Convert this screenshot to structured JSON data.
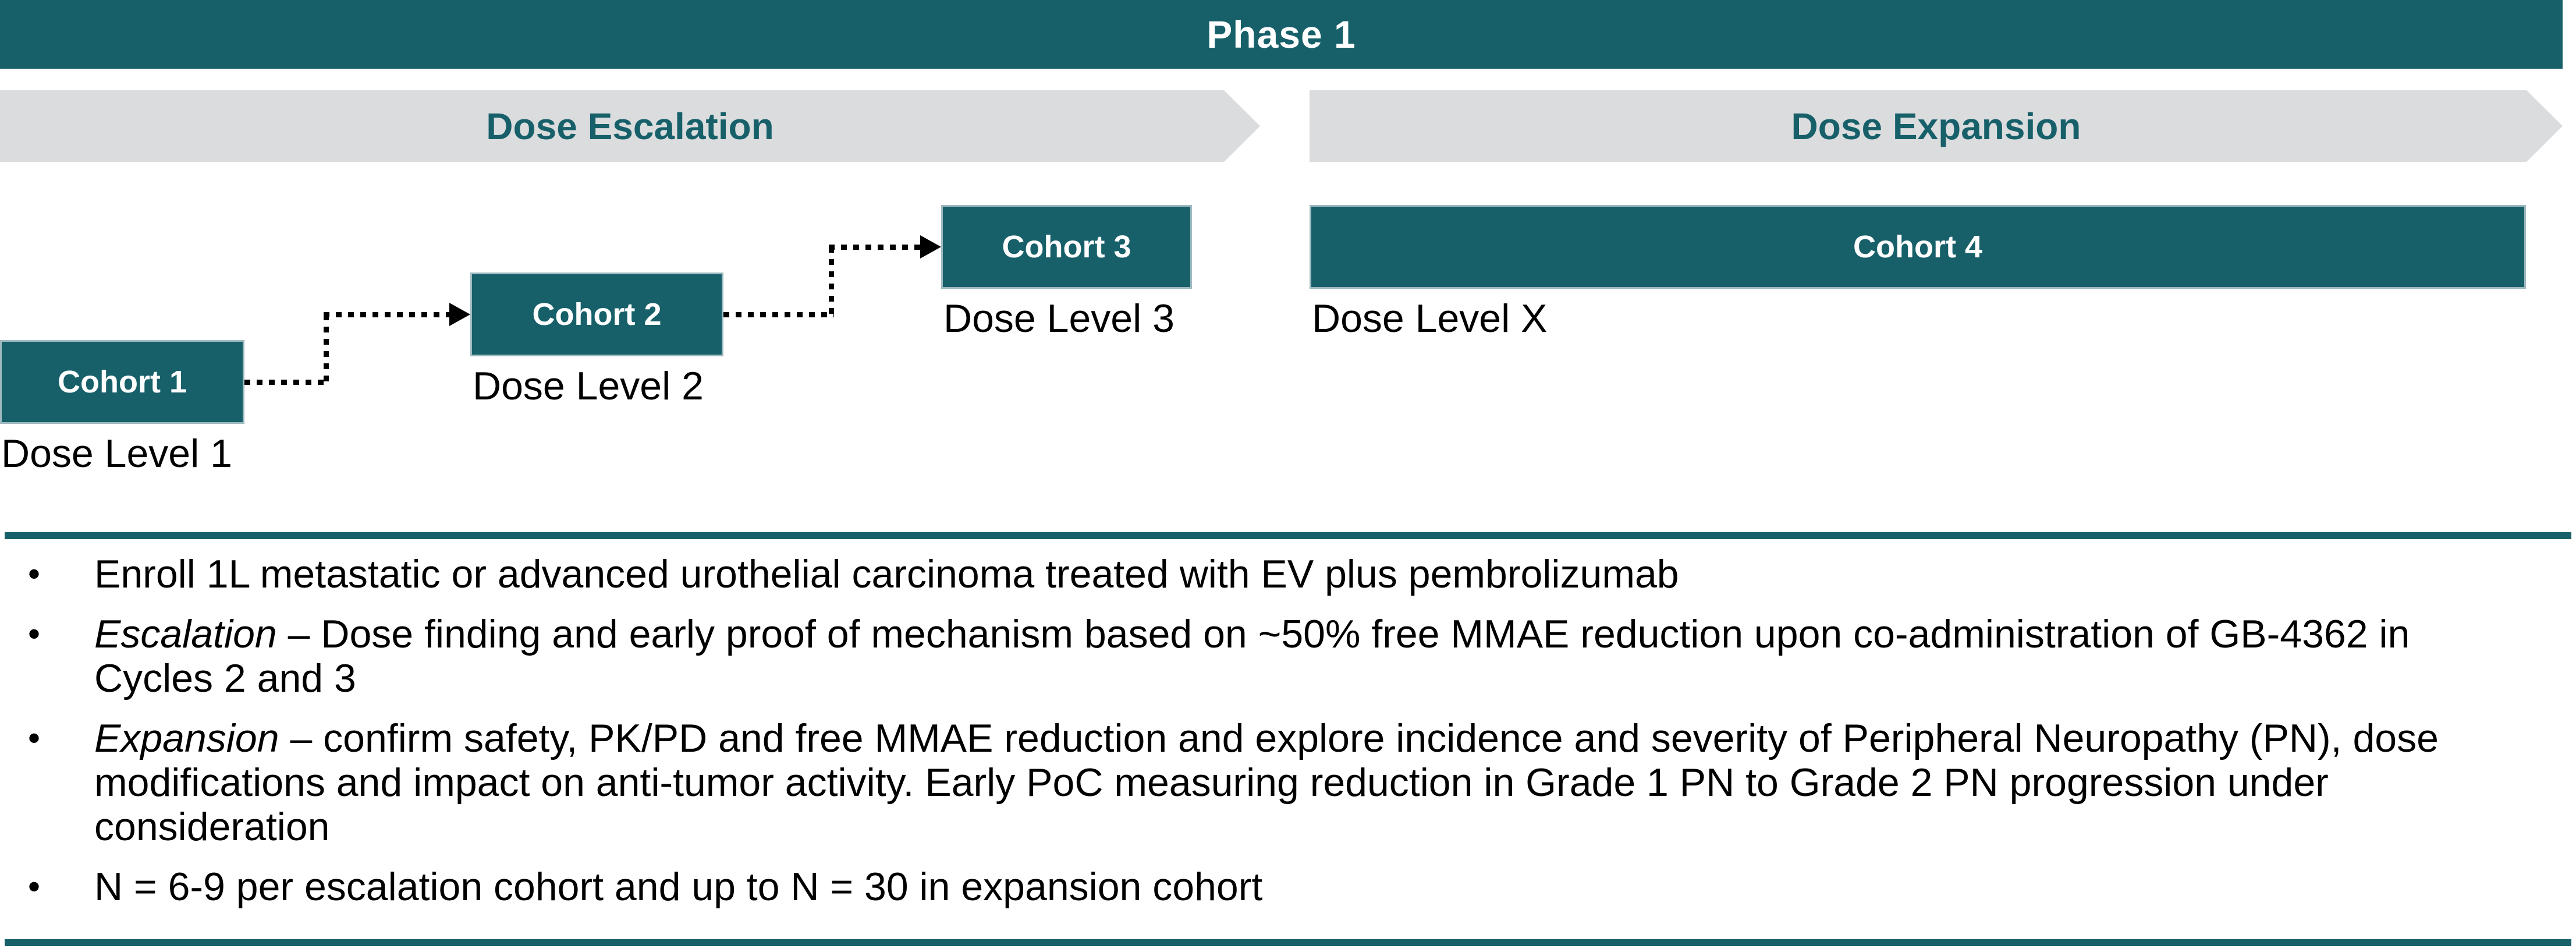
{
  "banner": {
    "title": "Phase 1"
  },
  "stages": [
    {
      "label": "Dose Escalation"
    },
    {
      "label": "Dose Expansion"
    }
  ],
  "cohorts": [
    {
      "label": "Cohort 1",
      "dose": "Dose Level 1"
    },
    {
      "label": "Cohort 2",
      "dose": "Dose Level 2"
    },
    {
      "label": "Cohort 3",
      "dose": "Dose Level 3"
    },
    {
      "label": "Cohort 4",
      "dose": "Dose Level X"
    }
  ],
  "bullet_glyph": "•",
  "bullets": [
    {
      "lines": [
        [
          {
            "t": "Enroll 1L metastatic or advanced urothelial carcinoma treated with EV plus pembrolizumab"
          }
        ]
      ]
    },
    {
      "lines": [
        [
          {
            "t": "Escalation",
            "i": true
          },
          {
            "t": " – Dose finding and early proof of mechanism based on ~50% free MMAE reduction upon co-administration of GB-4362 in"
          }
        ],
        [
          {
            "t": "Cycles 2 and 3"
          }
        ]
      ]
    },
    {
      "lines": [
        [
          {
            "t": "Expansion",
            "i": true
          },
          {
            "t": " – confirm safety, PK/PD and free MMAE reduction and explore incidence and severity of Peripheral Neuropathy (PN), dose"
          }
        ],
        [
          {
            "t": "modifications and impact on anti-tumor activity. Early PoC measuring reduction in Grade 1 PN to Grade 2 PN progression under"
          }
        ],
        [
          {
            "t": "consideration"
          }
        ]
      ]
    },
    {
      "lines": [
        [
          {
            "t": "N = 6-9 per escalation cohort and up to N = 30 in expansion cohort"
          }
        ]
      ]
    }
  ],
  "colors": {
    "teal": "#17606A",
    "arrow_gray": "#DBDCDE",
    "text": "#000000",
    "white": "#FFFFFF"
  }
}
